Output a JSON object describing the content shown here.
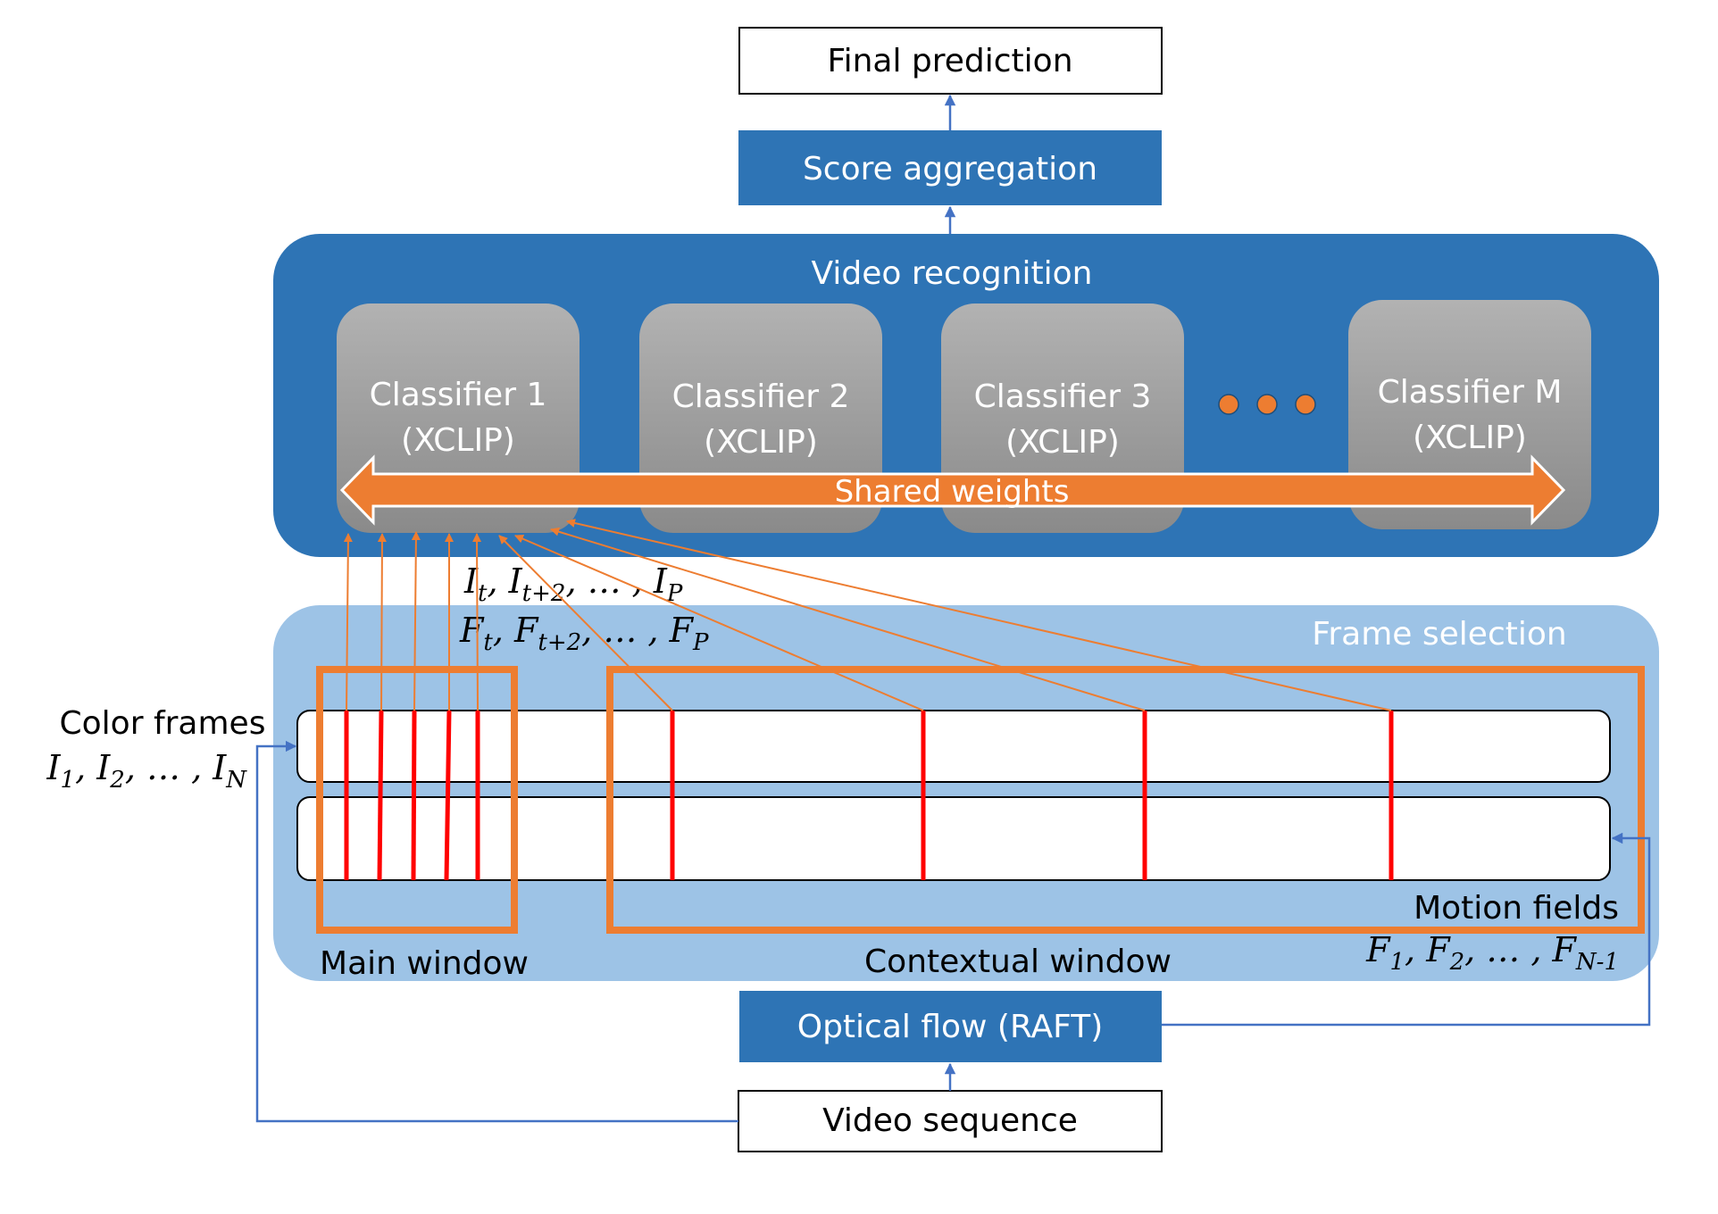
{
  "colors": {
    "dark_blue": "#2E74B5",
    "light_blue": "#9DC3E6",
    "orange": "#ED7D31",
    "red": "#FF0000",
    "gray_top": "#B0B0B0",
    "gray_bottom": "#8C8C8C",
    "link_blue": "#4472C4",
    "white": "#FFFFFF",
    "black": "#000000"
  },
  "final_prediction": {
    "label": "Final prediction"
  },
  "score_aggregation": {
    "label": "Score aggregation"
  },
  "video_recognition": {
    "title": "Video recognition",
    "classifiers": [
      {
        "name": "Classifier 1",
        "model": "(XCLIP)"
      },
      {
        "name": "Classifier 2",
        "model": "(XCLIP)"
      },
      {
        "name": "Classifier 3",
        "model": "(XCLIP)"
      },
      {
        "name": "Classifier M",
        "model": "(XCLIP)"
      }
    ],
    "shared_weights": "Shared weights"
  },
  "frame_selection": {
    "title": "Frame selection",
    "color_frames": {
      "title": "Color frames",
      "base": [
        "I",
        "I",
        "I"
      ],
      "subs": [
        "1",
        "2",
        "N"
      ]
    },
    "motion_fields": {
      "title": "Motion fields",
      "base": [
        "F",
        "F",
        "F"
      ],
      "subs": [
        "1",
        "2",
        "N-1"
      ]
    },
    "selected_color": {
      "base": [
        "I",
        "I",
        "I"
      ],
      "subs": [
        "t",
        "t+2",
        "P"
      ]
    },
    "selected_motion": {
      "base": [
        "F",
        "F",
        "F"
      ],
      "subs": [
        "t",
        "t+2",
        "P"
      ]
    },
    "main_window": "Main window",
    "contextual_window": "Contextual window"
  },
  "optical_flow": {
    "label": "Optical flow (RAFT)"
  },
  "video_sequence": {
    "label": "Video sequence"
  }
}
